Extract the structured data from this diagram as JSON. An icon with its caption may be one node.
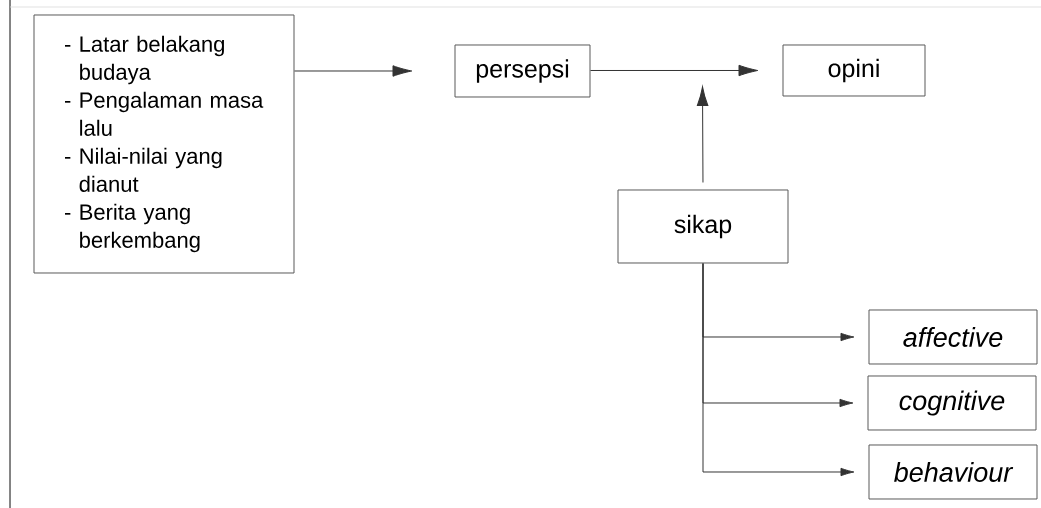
{
  "diagram": {
    "nodes": [
      {
        "text": [
          "- Latar belakang budaya",
          "- Pengalaman masa lalu",
          "- Nilai-nilai yang dianut",
          "- Berita yang berkembang"
        ]
      },
      {
        "text": [
          "persepsi"
        ]
      },
      {
        "text": [
          "opini"
        ]
      },
      {
        "text": [
          "sikap"
        ]
      },
      {
        "text": [
          "affective"
        ]
      },
      {
        "text": [
          "cognitive"
        ]
      },
      {
        "text": [
          "behaviour"
        ]
      }
    ],
    "edges": [
      {
        "from": 0,
        "to": 1,
        "arrow": "to"
      },
      {
        "from": 1,
        "to": 2,
        "arrow": "to"
      },
      {
        "from": 3,
        "to": null,
        "arrow": "to"
      },
      {
        "from": 3,
        "to": 4,
        "arrow": "to"
      },
      {
        "from": 3,
        "to": 5,
        "arrow": "to"
      },
      {
        "from": 3,
        "to": 6,
        "arrow": "to"
      }
    ]
  }
}
